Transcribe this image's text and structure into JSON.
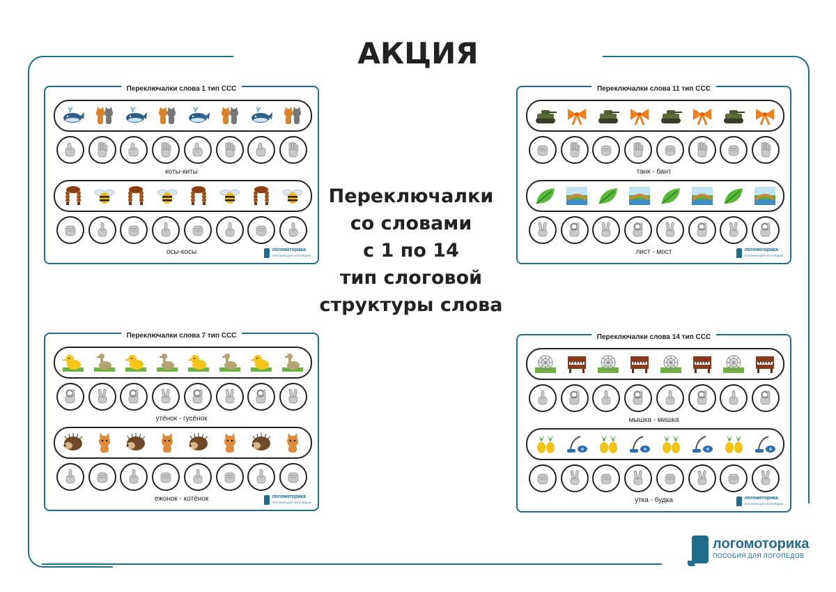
{
  "page": {
    "title": "АКЦИЯ",
    "center_lines": [
      "Переключалки",
      "со словами",
      "с 1 по 14",
      "тип слоговой",
      "структуры слова"
    ]
  },
  "logo": {
    "name": "логомоторика",
    "tagline": "ПОСОБИЯ ДЛЯ ЛОГОПЕДОВ"
  },
  "cards": [
    {
      "title": "Переключалки слова 1 тип ССС",
      "rows": [
        {
          "pictures": [
            "whale",
            "cats",
            "whale",
            "cats",
            "whale",
            "cats",
            "whale",
            "cats"
          ],
          "hands": [
            "thumb",
            "palm",
            "thumb",
            "palm",
            "thumb",
            "palm",
            "thumb",
            "palm"
          ],
          "caption": "коты-киты"
        },
        {
          "pictures": [
            "braid",
            "bee",
            "braid",
            "bee",
            "braid",
            "bee",
            "braid",
            "bee"
          ],
          "hands": [
            "fist",
            "finger",
            "fist",
            "finger",
            "fist",
            "finger",
            "fist",
            "finger"
          ],
          "caption": "осы-косы"
        }
      ]
    },
    {
      "title": "Переключалки слова 11 тип ССС",
      "rows": [
        {
          "pictures": [
            "tank",
            "bow",
            "tank",
            "bow",
            "tank",
            "bow",
            "tank",
            "bow"
          ],
          "hands": [
            "fist",
            "palm",
            "fist",
            "palm",
            "fist",
            "palm",
            "fist",
            "palm"
          ],
          "caption": "танк - бант"
        },
        {
          "pictures": [
            "leaf",
            "bridge",
            "leaf",
            "bridge",
            "leaf",
            "bridge",
            "leaf",
            "bridge"
          ],
          "hands": [
            "vsign",
            "ring",
            "vsign",
            "ring",
            "vsign",
            "ring",
            "vsign",
            "ring"
          ],
          "caption": "лист - мост"
        }
      ]
    },
    {
      "title": "Переключалки слова 7 тип ССС",
      "rows": [
        {
          "pictures": [
            "duckling",
            "gosling",
            "duckling",
            "gosling",
            "duckling",
            "gosling",
            "duckling",
            "gosling"
          ],
          "hands": [
            "ring",
            "vsign",
            "ring",
            "vsign",
            "ring",
            "vsign",
            "ring",
            "vsign"
          ],
          "caption": "утёнок - гусёнок"
        },
        {
          "pictures": [
            "hedgehog",
            "kitten",
            "hedgehog",
            "kitten",
            "hedgehog",
            "kitten",
            "hedgehog",
            "kitten"
          ],
          "hands": [
            "finger",
            "fist",
            "finger",
            "fist",
            "finger",
            "fist",
            "finger",
            "fist"
          ],
          "caption": "ежонок - котёнок"
        }
      ]
    },
    {
      "title": "Переключалки слова 14 тип ССС",
      "rows": [
        {
          "pictures": [
            "cobweb",
            "piano",
            "cobweb",
            "piano",
            "cobweb",
            "piano",
            "cobweb",
            "piano"
          ],
          "hands": [
            "finger",
            "ring",
            "finger",
            "ring",
            "finger",
            "ring",
            "finger",
            "ring"
          ],
          "caption": "мышка - мишка"
        },
        {
          "pictures": [
            "pineapple",
            "vacuum",
            "pineapple",
            "vacuum",
            "pineapple",
            "vacuum",
            "pineapple",
            "vacuum"
          ],
          "hands": [
            "fist",
            "vsign",
            "fist",
            "vsign",
            "fist",
            "vsign",
            "fist",
            "vsign"
          ],
          "caption": "утка - будка"
        }
      ]
    }
  ]
}
